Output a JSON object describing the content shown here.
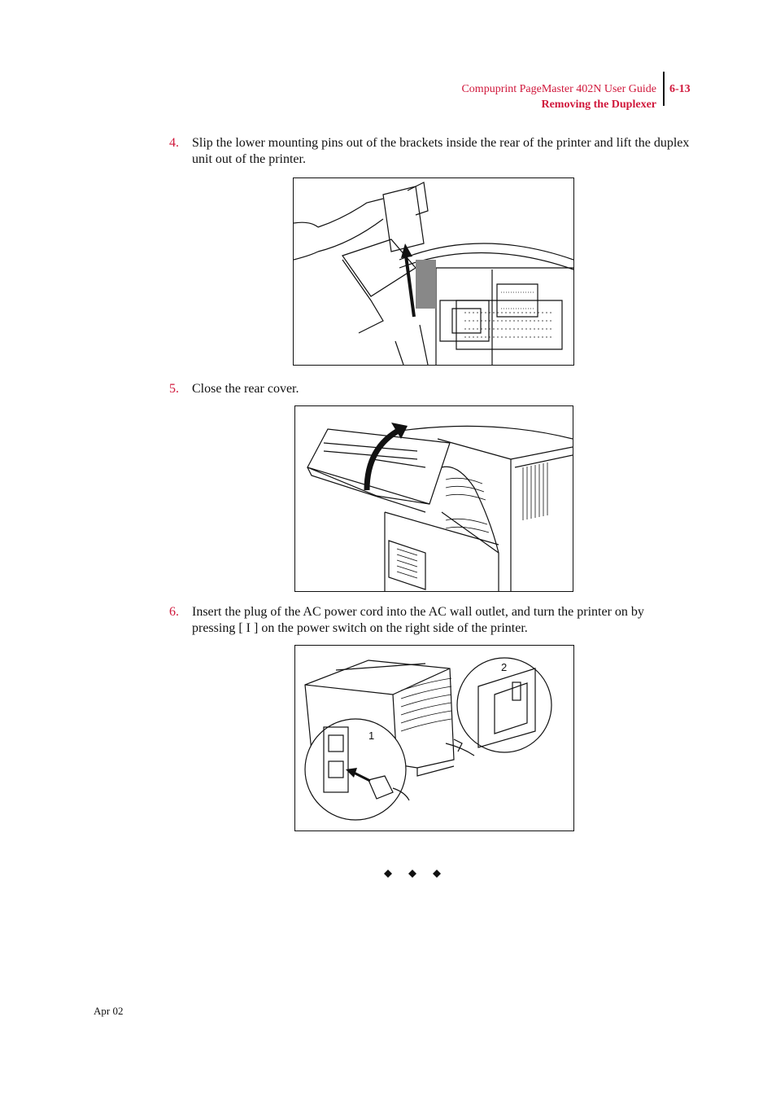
{
  "header": {
    "title": "Compuprint PageMaster 402N User Guide",
    "section": "Removing the Duplexer",
    "page": "6-13"
  },
  "steps": [
    {
      "number": "4.",
      "text": "Slip the lower mounting pins out of the brackets inside the rear of the printer and lift the duplex unit out of the printer."
    },
    {
      "number": "5.",
      "text": "Close the rear cover."
    },
    {
      "number": "6.",
      "text": "Insert the plug of the AC power cord into the AC wall outlet, and turn the printer on by pressing [ I ] on the power switch on the right side of the printer."
    }
  ],
  "figure3": {
    "callout_outlet": "1",
    "callout_switch": "2"
  },
  "footer": {
    "date": "Apr 02"
  }
}
